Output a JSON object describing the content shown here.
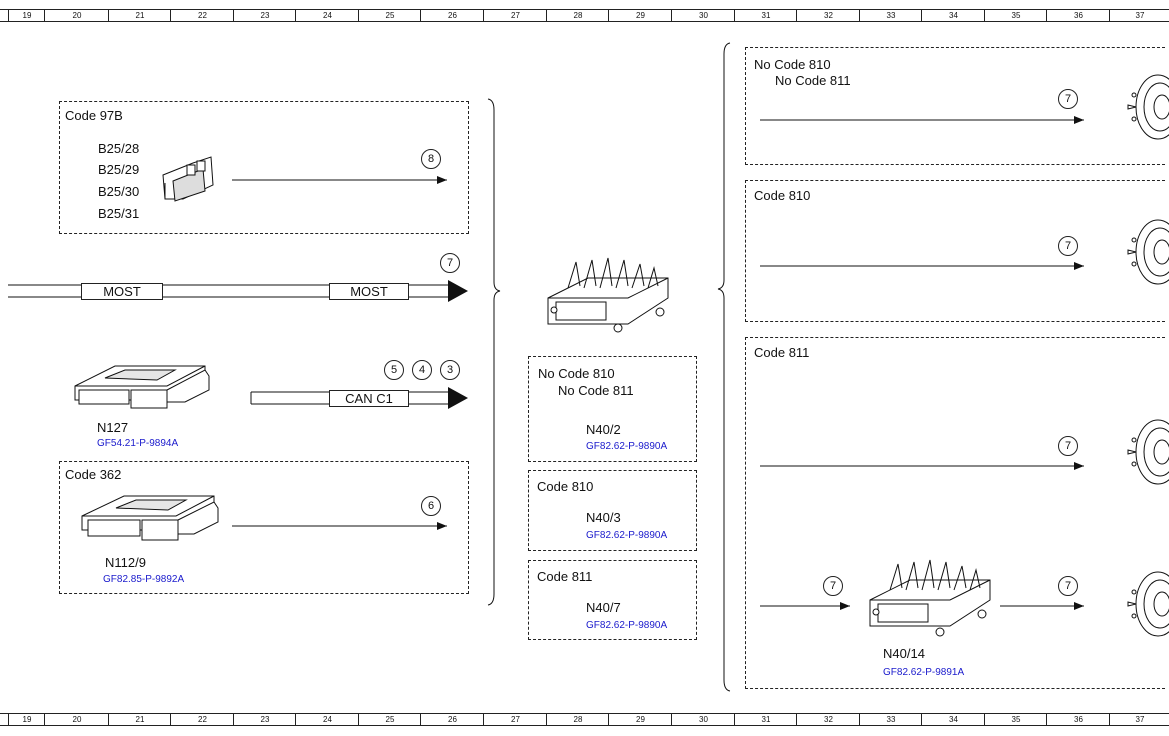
{
  "ruler": [
    "19",
    "20",
    "21",
    "22",
    "23",
    "24",
    "25",
    "26",
    "27",
    "28",
    "29",
    "30",
    "31",
    "32",
    "33",
    "34",
    "35",
    "36",
    "37"
  ],
  "left": {
    "code97b": {
      "title": "Code 97B",
      "items": [
        "B25/28",
        "B25/29",
        "B25/30",
        "B25/31"
      ],
      "badge": "8"
    },
    "most": {
      "label_a": "MOST",
      "label_b": "MOST",
      "badge": "7"
    },
    "can": {
      "label": "CAN C1",
      "badges": [
        "5",
        "4",
        "3"
      ]
    },
    "n127": {
      "name": "N127",
      "ref": "GF54.21-P-9894A"
    },
    "code362": {
      "title": "Code 362",
      "name": "N112/9",
      "ref": "GF82.85-P-9892A",
      "badge": "6"
    }
  },
  "center": {
    "box1": {
      "line1": "No Code 810",
      "line2": "No Code 811",
      "name": "N40/2",
      "ref": "GF82.62-P-9890A"
    },
    "box2": {
      "title": "Code 810",
      "name": "N40/3",
      "ref": "GF82.62-P-9890A"
    },
    "box3": {
      "title": "Code 811",
      "name": "N40/7",
      "ref": "GF82.62-P-9890A"
    }
  },
  "right": {
    "box1": {
      "line1": "No Code 810",
      "line2": "No Code 811",
      "badge": "7"
    },
    "box2": {
      "title": "Code 810",
      "badge": "7"
    },
    "box3": {
      "title": "Code 811",
      "badge_a": "7",
      "badge_b": "7",
      "badge_c": "7",
      "name": "N40/14",
      "ref": "GF82.62-P-9891A"
    }
  }
}
